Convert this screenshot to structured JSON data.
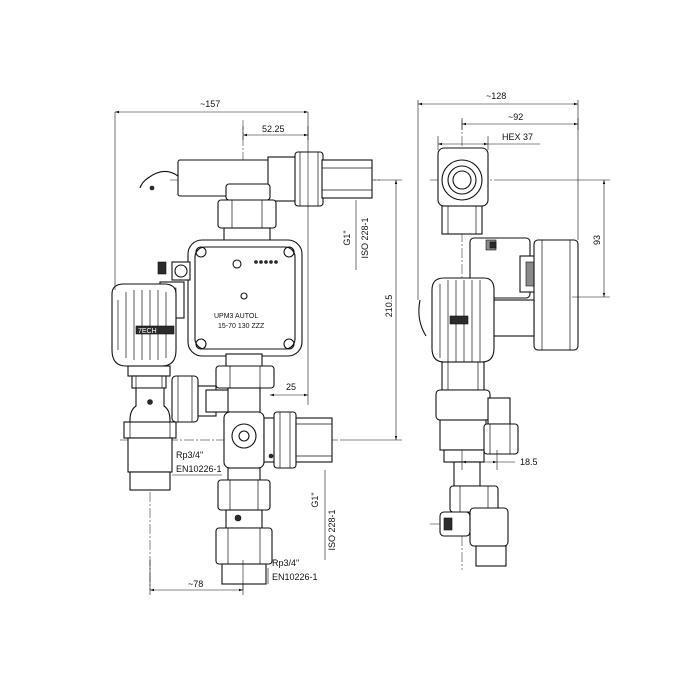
{
  "dimensions": {
    "overall_width": "~157",
    "inlet_offset": "52.25",
    "outlet_g1_top": "G1\"",
    "outlet_iso_top": "ISO 228-1",
    "total_height": "210.5",
    "offset_25": "25",
    "inlet_rp_left": "Rp3/4\"",
    "inlet_en_left": "EN10226-1",
    "outlet_g1_bottom": "G1\"",
    "outlet_iso_bottom": "ISO 228-1",
    "inlet_rp_bottom": "Rp3/4\"",
    "inlet_en_bottom": "EN10226-1",
    "bottom_offset": "~78",
    "side_width": "~128",
    "side_inner": "~92",
    "hex": "HEX 37",
    "side_height": "93",
    "side_offset": "18.5"
  },
  "pump_label": {
    "line1": "UPM3 AUTOL",
    "line2": "15-70 130 ZZZ"
  },
  "valve_label": "7ECH"
}
